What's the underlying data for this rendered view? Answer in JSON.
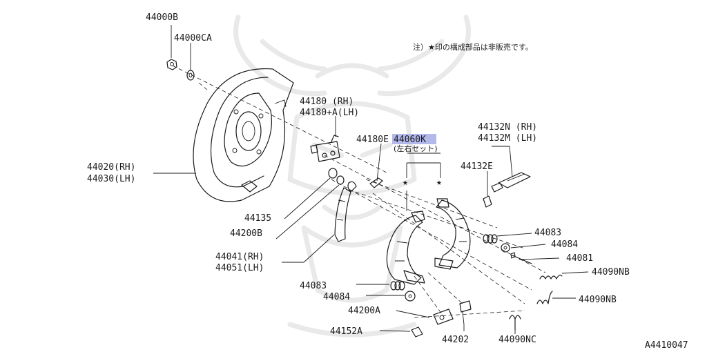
{
  "note": "注）★印の構成部品は非販売です。",
  "star_glyph": "★",
  "figure_id": "A4410047",
  "labels": {
    "p44000B": "44000B",
    "p44000CA": "44000CA",
    "p44180_rh": "44180   (RH)",
    "p44180_lh": "44180+A(LH)",
    "p44180E": "44180E",
    "p44060K": "44060K",
    "p44060K_sub": "(左右セット)",
    "p44132N": "44132N (RH)",
    "p44132M": "44132M (LH)",
    "p44132E": "44132E",
    "p44020": "44020(RH)",
    "p44030": "44030(LH)",
    "p44135": "44135",
    "p44200B": "44200B",
    "p44041": "44041(RH)",
    "p44051": "44051(LH)",
    "p44083_r": "44083",
    "p44084_r": "44084",
    "p44081": "44081",
    "p44090NB_a": "44090NB",
    "p44090NB_b": "44090NB",
    "p44083_l": "44083",
    "p44084_l": "44084",
    "p44200A": "44200A",
    "p44152A": "44152A",
    "p44202": "44202",
    "p44090NC": "44090NC"
  }
}
